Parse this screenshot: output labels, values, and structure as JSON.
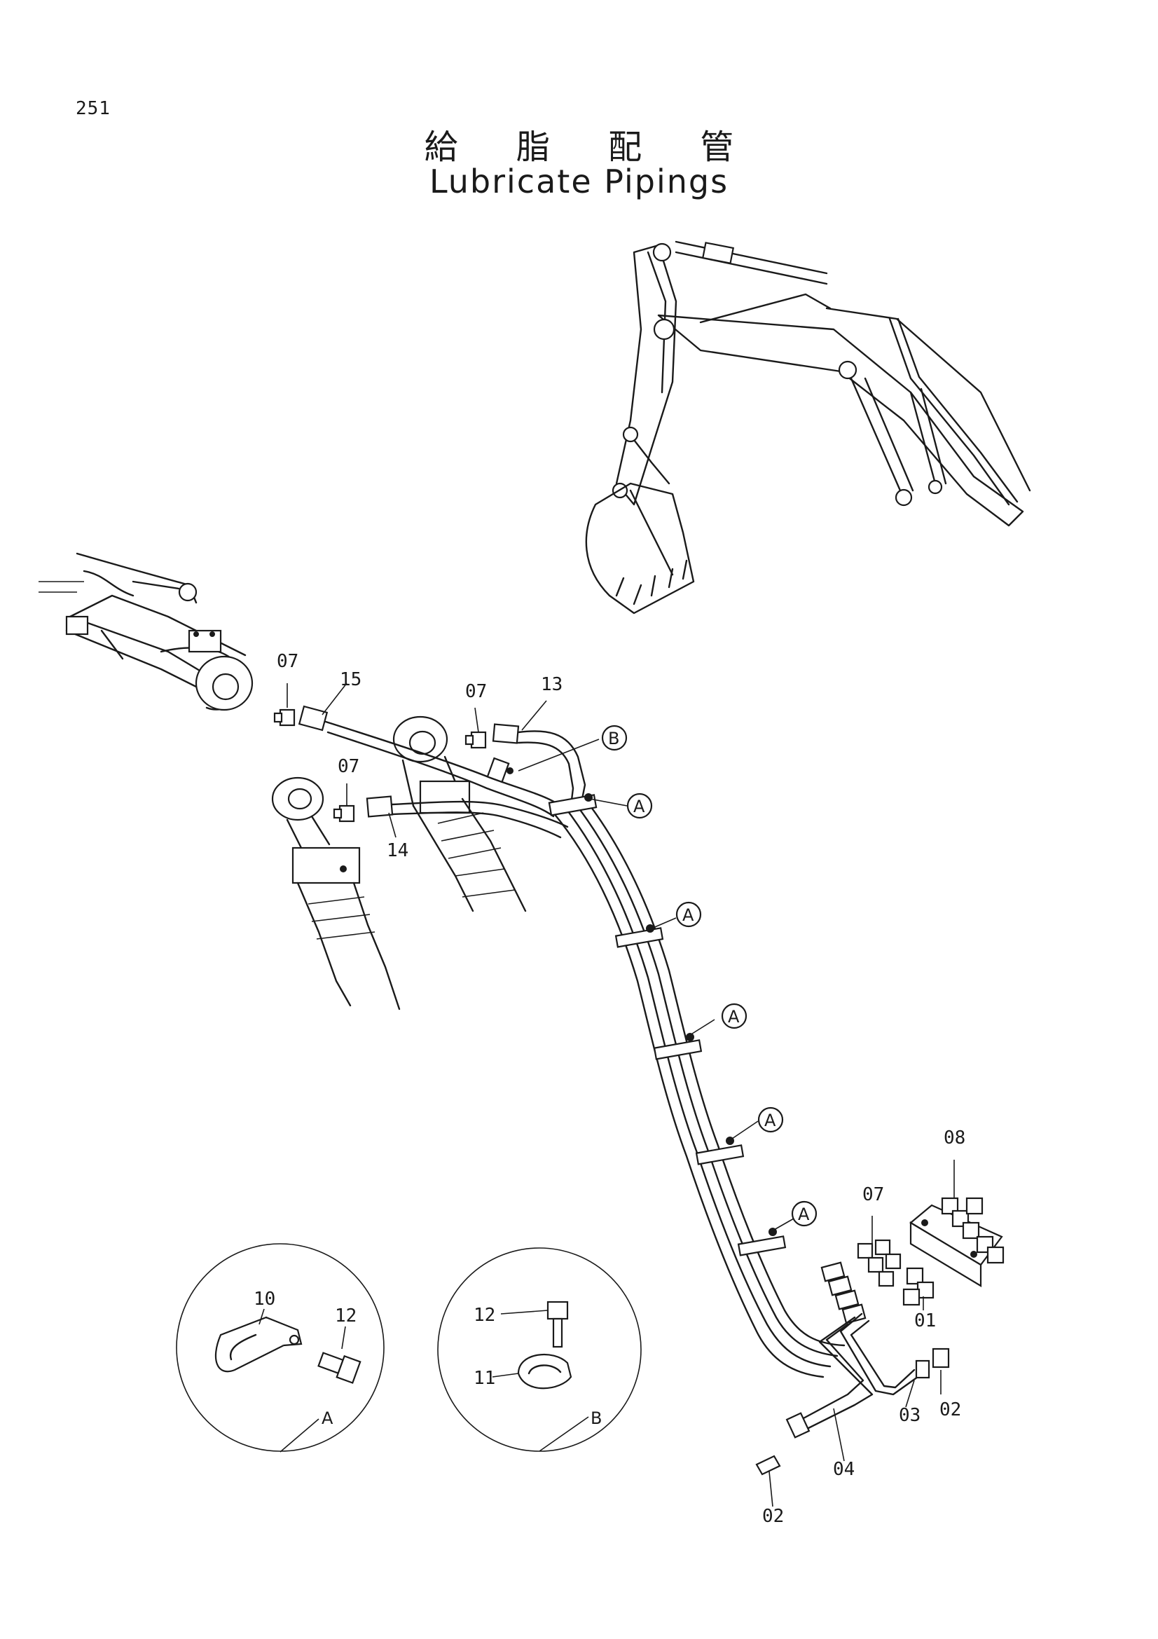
{
  "page_number": "251",
  "title_jp": "給 脂 配 管",
  "title_en": "Lubricate Pipings",
  "callouts": {
    "c15": "15",
    "c13": "13",
    "c14": "14",
    "c07a": "07",
    "c07b": "07",
    "c07c": "07",
    "c07d": "07",
    "c08": "08",
    "c01": "01",
    "c02a": "02",
    "c02b": "02",
    "c03": "03",
    "c04": "04",
    "c10": "10",
    "c12a": "12",
    "c12b": "12",
    "c11": "11"
  },
  "refs": {
    "B1": "B",
    "A1": "A",
    "A2": "A",
    "A3": "A",
    "A4": "A",
    "A5": "A",
    "detailA": "A",
    "detailB": "B"
  }
}
